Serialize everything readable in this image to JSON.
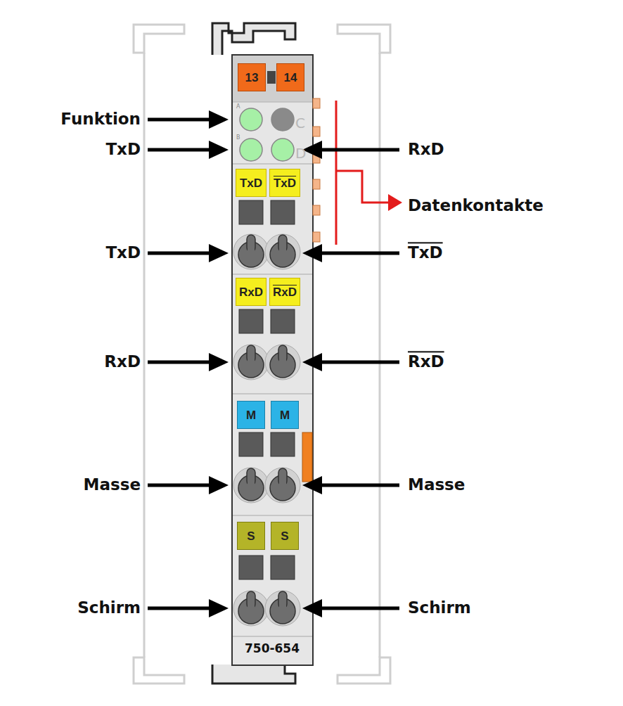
{
  "diagram": {
    "nodes": [
      {
        "text": [
          "13"
        ]
      },
      {
        "text": [
          "14"
        ]
      },
      {
        "text": [
          "TxD"
        ]
      },
      {
        "text": [
          "TxD"
        ]
      },
      {
        "text": [
          "RxD"
        ]
      },
      {
        "text": [
          "RxD"
        ]
      },
      {
        "text": [
          "M"
        ]
      },
      {
        "text": [
          "M"
        ]
      },
      {
        "text": [
          "S"
        ]
      },
      {
        "text": [
          "S"
        ]
      }
    ],
    "labels": [
      "Funktion",
      "TxD",
      "RxD",
      "Datenkontakte",
      "TxD",
      "TxD",
      "RxD",
      "RxD",
      "Masse",
      "Masse",
      "Schirm",
      "Schirm",
      "750-654",
      "A",
      "B",
      "C",
      "D"
    ]
  }
}
